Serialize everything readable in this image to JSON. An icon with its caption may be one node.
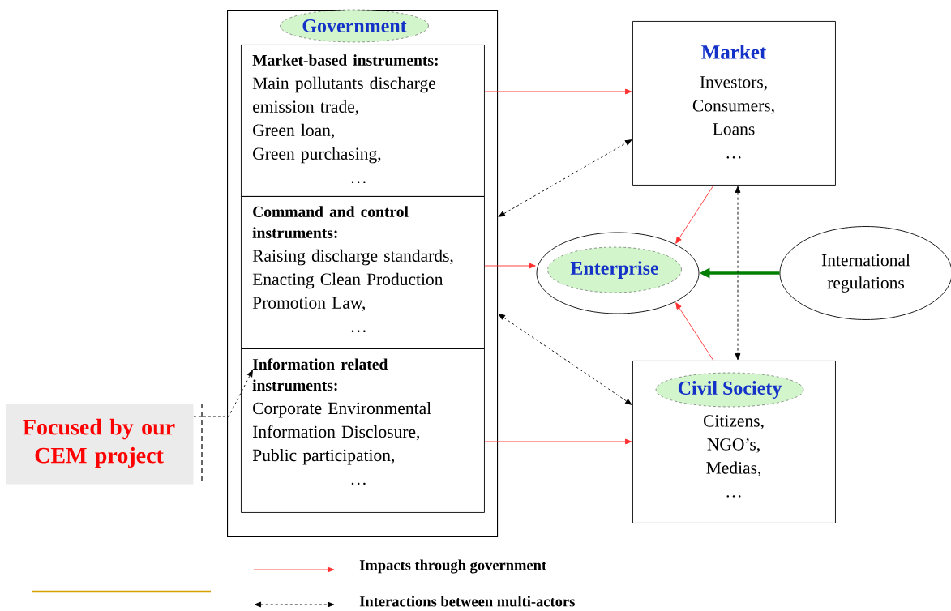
{
  "diagram": {
    "nodes": [
      {
        "text": [
          "Government"
        ]
      },
      {
        "text": [
          "Market-based instruments:",
          "Main pollutants discharge emission trade,",
          "Green loan,",
          "Green purchasing,",
          "…"
        ],
        "in": 0
      },
      {
        "text": [
          "Command and control instruments:",
          "Raising discharge standards,",
          "Enacting Clean Production Promotion Law,",
          "…"
        ],
        "in": 0
      },
      {
        "text": [
          "Information related instruments:",
          "Corporate Environmental Information Disclosure,",
          "Public participation,",
          "…"
        ],
        "in": 0
      },
      {
        "text": [
          "Market",
          "Investors,",
          "Consumers,",
          "Loans",
          "…"
        ]
      },
      {
        "text": [
          "Enterprise"
        ]
      },
      {
        "text": [
          "International regulations"
        ]
      },
      {
        "text": [
          "Civil Society",
          "Citizens,",
          "NGO’s,",
          "Medias,",
          "…"
        ]
      },
      {
        "text": [
          "Focused by our CEM project"
        ]
      }
    ],
    "edges": [
      {
        "from": 1,
        "to": 4,
        "arrow": "to"
      },
      {
        "from": 0,
        "to": 4,
        "arrow": "both",
        "style": "dashed",
        "color": "#000000"
      },
      {
        "from": 4,
        "to": 5,
        "arrow": "to"
      },
      {
        "from": 7,
        "to": 5,
        "arrow": "to"
      },
      {
        "from": 6,
        "to": 5,
        "arrow": "to",
        "style": "thick",
        "color": "#008000"
      },
      {
        "from": 2,
        "to": 5,
        "arrow": "to"
      },
      {
        "from": 0,
        "to": 7,
        "arrow": "both",
        "style": "dashed",
        "color": "#000000"
      },
      {
        "from": 4,
        "to": 7,
        "arrow": "both",
        "style": "dashed",
        "color": "#000000"
      },
      {
        "from": 3,
        "to": 7,
        "arrow": "to"
      },
      {
        "from": 8,
        "to": 3,
        "arrow": "to",
        "style": "dashed",
        "color": "#000000"
      }
    ],
    "legend": [
      {
        "text": "Impacts through government"
      },
      {
        "text": "Interactions between multi-actors"
      }
    ]
  }
}
